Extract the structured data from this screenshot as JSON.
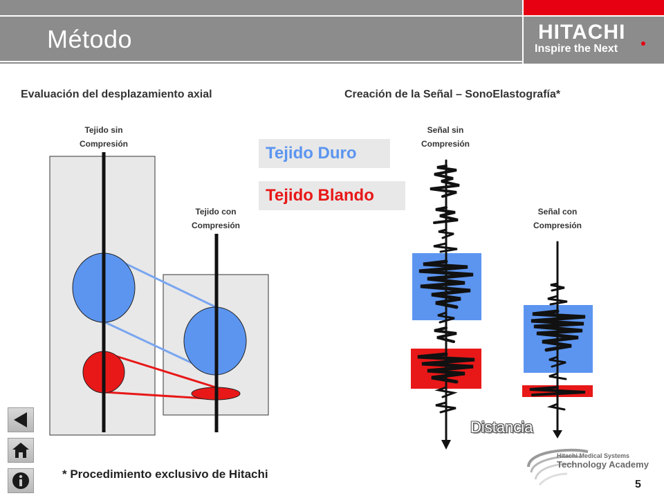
{
  "header": {
    "title": "Método",
    "logo_main": "HITACHI",
    "logo_sub": "Inspire the Next"
  },
  "left_section": {
    "heading": "Evaluación del desplazamiento axial",
    "label_no_compression": "Tejido sin\n Compresión",
    "label_compression": "Tejido con\n Compresión"
  },
  "right_section": {
    "heading": "Creación de la Señal – SonoElastografía*",
    "label_signal_no_compression": "Señal sin\nCompresión",
    "label_signal_compression": "Señal con\nCompresión",
    "axis_label": "Distancia"
  },
  "legend": {
    "hard": "Tejido Duro",
    "soft": "Tejido Blando"
  },
  "colors": {
    "hard_tissue": "#5c95f0",
    "soft_tissue": "#e81818",
    "header_gray": "#8c8c8c",
    "brand_red": "#e60012"
  },
  "footer": {
    "footnote": "* Procedimiento exclusivo de Hitachi",
    "page_number": "5",
    "academy_line1": "Hitachi Medical Systems",
    "academy_line2": "Technology Academy"
  },
  "nav": {
    "back_icon": "triangle-left-icon",
    "home_icon": "home-icon",
    "info_icon": "info-icon"
  }
}
